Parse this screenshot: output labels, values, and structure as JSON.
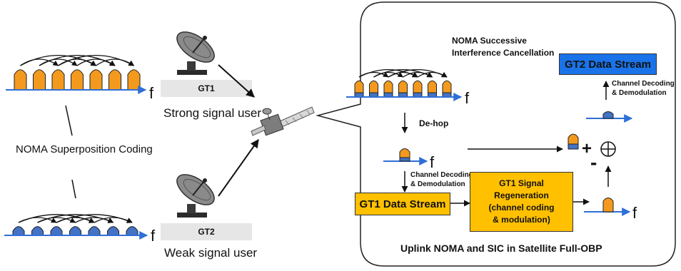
{
  "left": {
    "coding_label": "NOMA Superposition Coding",
    "freq_label_top": "f",
    "freq_label_bottom": "f"
  },
  "ground_terminals": {
    "gt1_label": "GT1",
    "gt1_caption": "Strong signal user",
    "gt2_label": "GT2",
    "gt2_caption": "Weak signal user"
  },
  "obp_panel": {
    "sic_title_line1": "NOMA Successive",
    "sic_title_line2": "Interference Cancellation",
    "gt2_stream": "GT2 Data Stream",
    "decode_top_line1": "Channel Decoding",
    "decode_top_line2": "& Demodulation",
    "dehop": "De-hop",
    "decode_mid_line1": "Channel Decoding",
    "decode_mid_line2": "& Demodulation",
    "gt1_stream": "GT1 Data Stream",
    "regen_line1": "GT1 Signal",
    "regen_line2": "Regeneration",
    "regen_line3": "(channel coding",
    "regen_line4": "& modulation)",
    "plus": "+",
    "minus": "-",
    "f_sic": "f",
    "f_dehop": "f",
    "f_regen": "f",
    "footer": "Uplink NOMA and SIC in Satellite Full-OBP"
  },
  "colors": {
    "orange": "#f39a1e",
    "blue": "#4472c4",
    "axis_blue": "#2e6fd8",
    "gt2_box": "#1a73e8",
    "yellow_box": "#ffc000",
    "terminal_plate": "#e6e6e6"
  }
}
